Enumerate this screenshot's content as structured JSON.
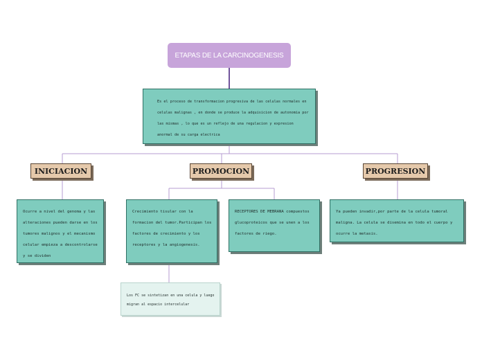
{
  "title": "ETAPAS DE LA CARCINOGENESIS",
  "definition": "Es el proceso de transformacion progresiva de las celulas normales en celulas malignas , en donde se produce la adquisicion de autonomia por las mismas , lo que es un reflejo de una regulacion y expresion anormal de su carga electrica",
  "stages": {
    "iniciacion": {
      "label": "INICIACION",
      "text": "Ocurre a nivel del genoma y las alteraciones pueden darse en los tumores malignos y el mecanismo celular empieza a descontrolarse  y se dividen"
    },
    "promocion": {
      "label": "PROMOCION",
      "text1": "Crecimiento tisular con la formacion del tumor.Participan los factores de crecimiento y los  receptores y la angiogenesis.",
      "text2": "RECEPTORES DE MEBRANA compuestos glucoproteicos que se unen a los factores de riego.",
      "sub": "Los FC se sintetizan en una celula y luego migran al espacio intercelular"
    },
    "progresion": {
      "label": "PROGRESION",
      "text": "Ya pueden invadir,por parte de la celula tumoral maligna. La celula se disemina en todo el cuerpo y ocurre la metasis."
    }
  },
  "colors": {
    "connector_main": "#4b2680",
    "connector": "#b59bd0",
    "title_bg": "#c7a4da",
    "box_bg": "#7fccbe",
    "stage_bg": "#e5c9ab"
  }
}
